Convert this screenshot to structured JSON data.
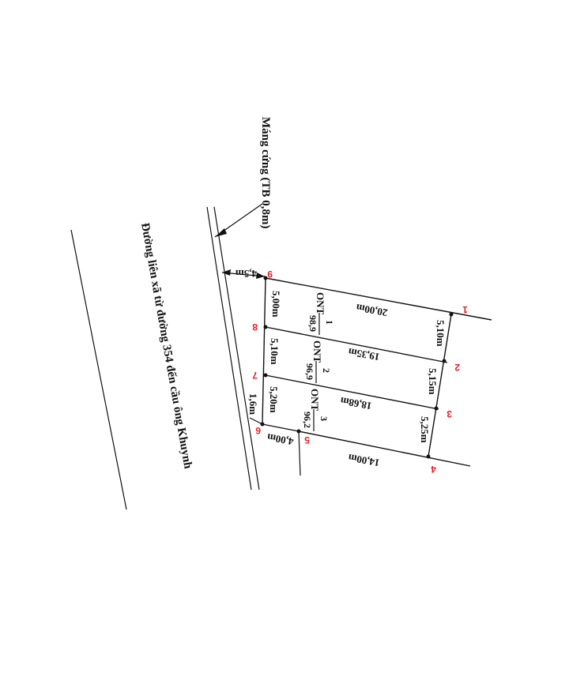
{
  "canal_label": "Máng cứng (TB 0,8m)",
  "road_label": "Đường liên xã từ đường 354 đến cầu ông Khuynh",
  "setback_label": "4,5m",
  "point_labels": [
    "1",
    "2",
    "3",
    "4",
    "5",
    "6",
    "7",
    "8",
    "9"
  ],
  "point_color": "#e0202a",
  "edges": {
    "e9_1": "20,00m",
    "e8_2": "19,35m",
    "e7_3": "18,68m",
    "e5_4": "14,00m",
    "e6_5": "4,00m",
    "e1_2": "5,10m",
    "e2_3": "5,15m",
    "e3_4": "5,25m",
    "e9_8": "5,00m",
    "e8_7": "5,10m",
    "e7_6": "5,20m",
    "e6_road": "1,6m"
  },
  "lots": [
    {
      "code": "ONT",
      "number": "1",
      "area": "98,9"
    },
    {
      "code": "ONT",
      "number": "2",
      "area": "96,9"
    },
    {
      "code": "ONT",
      "number": "3",
      "area": "96,2"
    }
  ]
}
